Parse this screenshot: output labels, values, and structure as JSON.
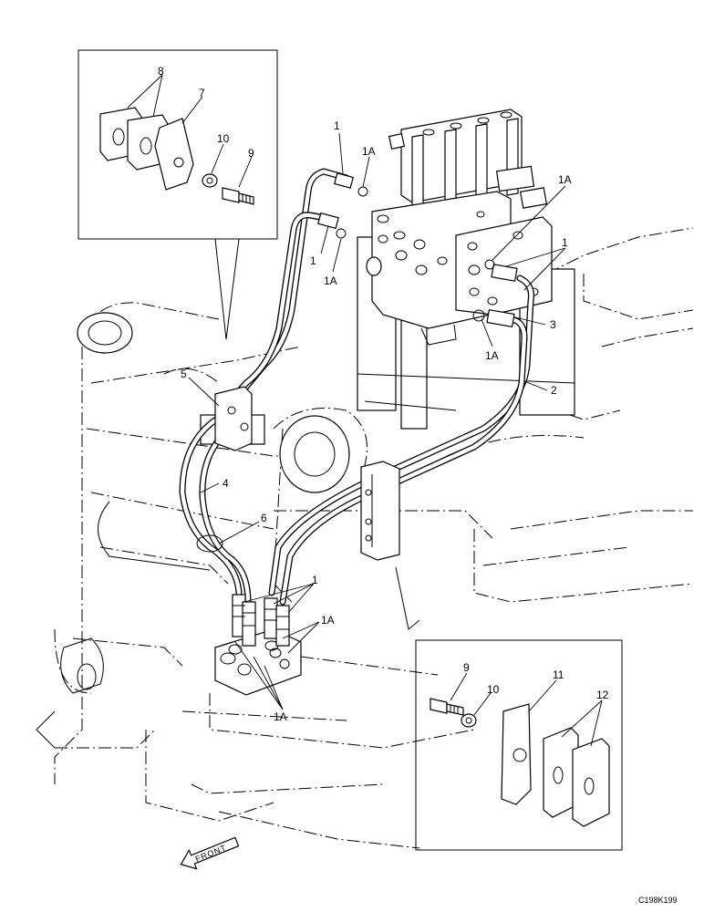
{
  "callouts": {
    "c8": "8",
    "c7": "7",
    "c10a": "10",
    "c9a": "9",
    "c1_top": "1",
    "c1a_top": "1A",
    "c1a_right": "1A",
    "c1_right": "1",
    "c1_mid": "1",
    "c1a_mid": "1A",
    "c3": "3",
    "c1a_valve_low": "1A",
    "c2": "2",
    "c5": "5",
    "c4": "4",
    "c6": "6",
    "c1_bottom": "1",
    "c1a_bottom_right": "1A",
    "c1a_bottom": "1A",
    "c9b": "9",
    "c10b": "10",
    "c11": "11",
    "c12": "12"
  },
  "front_label": "FRONT",
  "drawing_code": "C198K199"
}
